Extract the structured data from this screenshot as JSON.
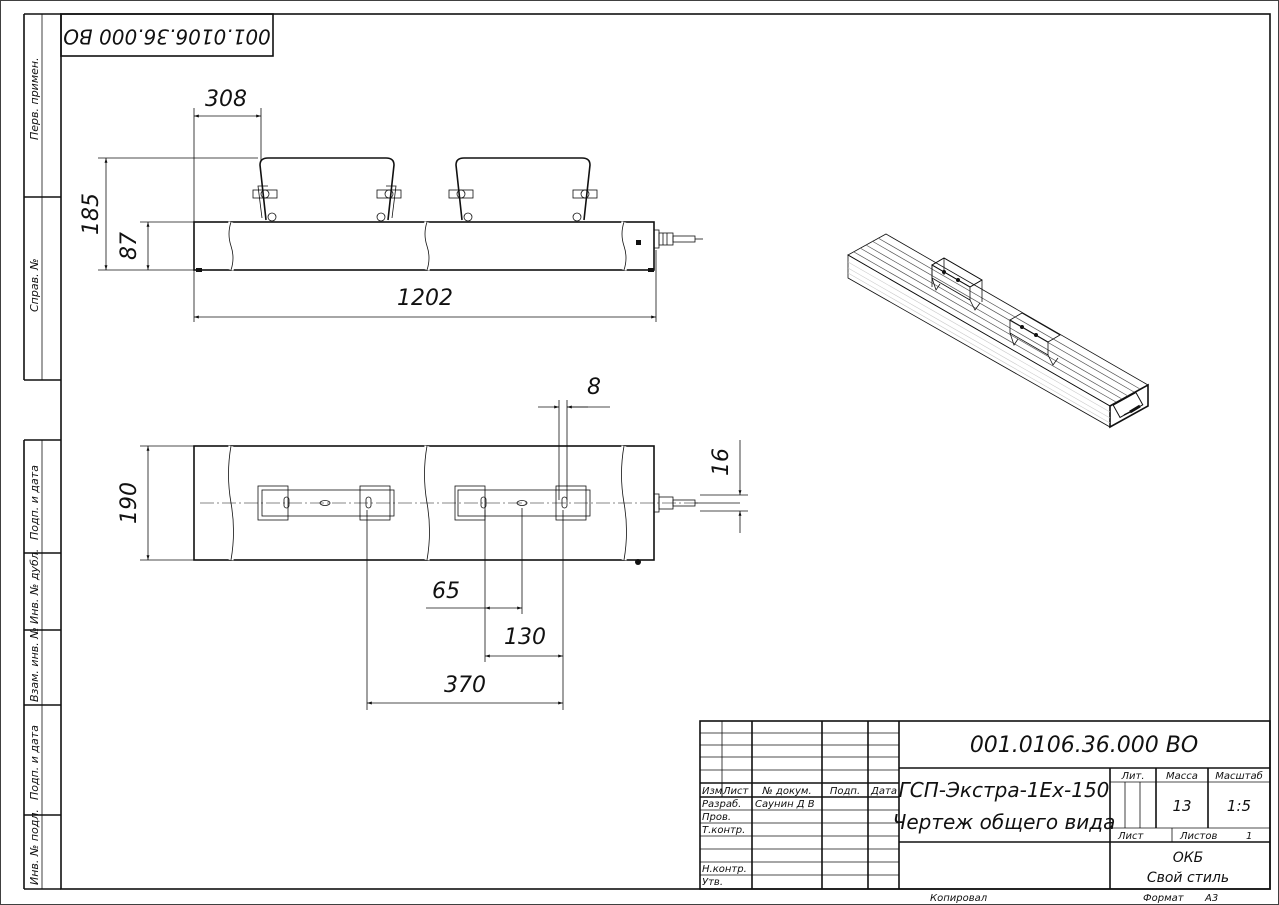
{
  "stamp_rotated": "001.0106.36.000 ВО",
  "side_strip": {
    "perv_primen": "Перв. примен.",
    "sprav_no": "Справ. №",
    "podp_data_1": "Подп. и дата",
    "inv_dubl": "Инв. № дубл.",
    "vzam_inv": "Взам. инв. №",
    "podp_data_2": "Подп. и дата",
    "inv_podl": "Инв. № подл."
  },
  "dimensions": {
    "d308": "308",
    "d185": "185",
    "d87": "87",
    "d1202": "1202",
    "d8": "8",
    "d16": "16",
    "d190": "190",
    "d65": "65",
    "d130": "130",
    "d370": "370"
  },
  "title_block": {
    "designation": "001.0106.36.000 ВО",
    "product_name": "ГСП-Экстра-1Ех-150",
    "doc_name": "Чертеж общего вида",
    "headers": {
      "izm": "Изм",
      "list": "Лист",
      "no_dokum": "№ докум.",
      "podp": "Подп.",
      "data": "Дата",
      "lit": "Лит.",
      "massa": "Масса",
      "masshtab": "Масштаб"
    },
    "roles": {
      "razrab": "Разраб.",
      "prov": "Пров.",
      "tkontr": "Т.контр.",
      "nkontr": "Н.контр.",
      "utv": "Утв."
    },
    "developer": "Саунин Д В",
    "mass_value": "13",
    "scale_value": "1:5",
    "sheet_label": "Лист",
    "sheets_label": "Листов",
    "sheets_value": "1",
    "org_line1": "ОКБ",
    "org_line2": "Свой стиль",
    "kopiroval": "Копировал",
    "format_label": "Формат",
    "format_value": "А3"
  }
}
